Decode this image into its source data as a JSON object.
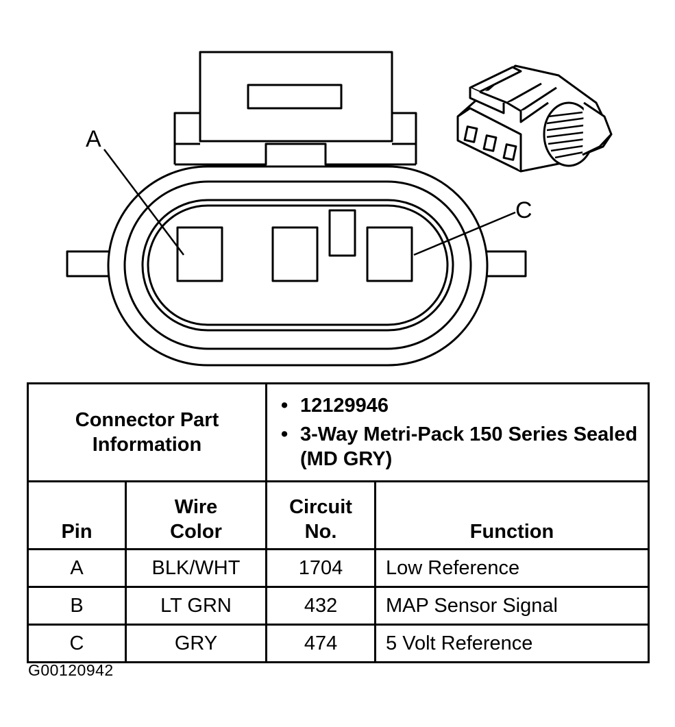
{
  "diagram": {
    "label_a": "A",
    "label_c": "C"
  },
  "connector_info": {
    "label_line1": "Connector Part",
    "label_line2": "Information",
    "bullets": [
      "12129946",
      "3-Way Metri-Pack 150 Series Sealed (MD GRY)"
    ]
  },
  "table": {
    "headers": {
      "pin": "Pin",
      "wire_color_line1": "Wire",
      "wire_color_line2": "Color",
      "circuit_line1": "Circuit",
      "circuit_line2": "No.",
      "function": "Function"
    },
    "rows": [
      {
        "pin": "A",
        "wire_color": "BLK/WHT",
        "circuit": "1704",
        "function": "Low Reference"
      },
      {
        "pin": "B",
        "wire_color": "LT GRN",
        "circuit": "432",
        "function": "MAP Sensor Signal"
      },
      {
        "pin": "C",
        "wire_color": "GRY",
        "circuit": "474",
        "function": "5 Volt Reference"
      }
    ]
  },
  "footer_code": "G00120942"
}
